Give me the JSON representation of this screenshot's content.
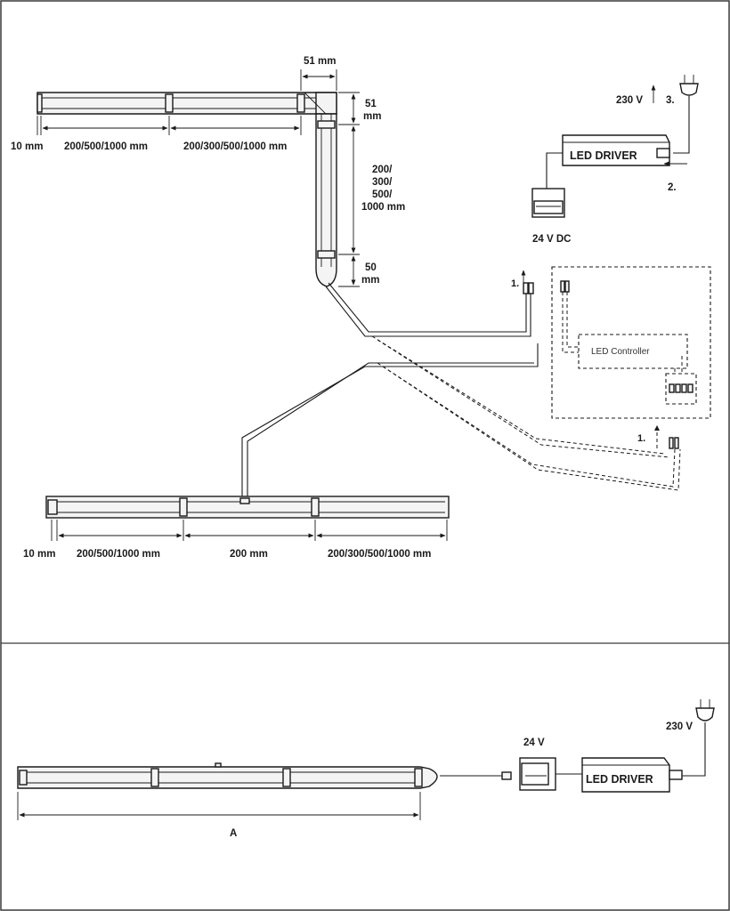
{
  "top_diagram": {
    "dims_top_row": [
      "10 mm",
      "200/500/1000 mm",
      "200/300/500/1000 mm"
    ],
    "corner_width": "51 mm",
    "corner_height_lines": [
      "51",
      "mm"
    ],
    "vertical_length_lines": [
      "200/",
      "300/",
      "500/",
      "1000 mm"
    ],
    "end_cap_lines": [
      "50",
      "mm"
    ],
    "dims_bottom_row": [
      "10 mm",
      "200/500/1000 mm",
      "200 mm",
      "200/300/500/1000 mm"
    ],
    "power_label": "230 V",
    "step_3": "3.",
    "step_2": "2.",
    "step_1_upper": "1.",
    "step_1_lower": "1.",
    "driver_label": "LED DRIVER",
    "dc_label": "24 V DC",
    "controller_label": "LED Controller"
  },
  "bottom_diagram": {
    "voltage_label": "24 V",
    "power_label": "230 V",
    "driver_label": "LED DRIVER",
    "length_label": "A"
  }
}
